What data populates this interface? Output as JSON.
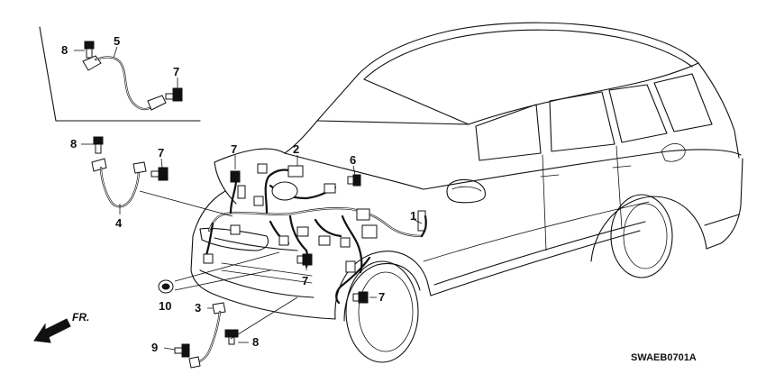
{
  "diagram": {
    "reference_code": "SWAEB0701A",
    "direction_label": "FR.",
    "callouts": [
      {
        "id": "c-8-top",
        "label": "8"
      },
      {
        "id": "c-5",
        "label": "5"
      },
      {
        "id": "c-7-top",
        "label": "7"
      },
      {
        "id": "c-8-mid",
        "label": "8"
      },
      {
        "id": "c-7-mid",
        "label": "7"
      },
      {
        "id": "c-4",
        "label": "4"
      },
      {
        "id": "c-7-engine",
        "label": "7"
      },
      {
        "id": "c-2",
        "label": "2"
      },
      {
        "id": "c-6",
        "label": "6"
      },
      {
        "id": "c-1",
        "label": "1"
      },
      {
        "id": "c-7-right",
        "label": "7"
      },
      {
        "id": "c-7-low",
        "label": "7"
      },
      {
        "id": "c-10",
        "label": "10"
      },
      {
        "id": "c-3",
        "label": "3"
      },
      {
        "id": "c-9",
        "label": "9"
      },
      {
        "id": "c-8-bottom",
        "label": "8"
      }
    ]
  }
}
